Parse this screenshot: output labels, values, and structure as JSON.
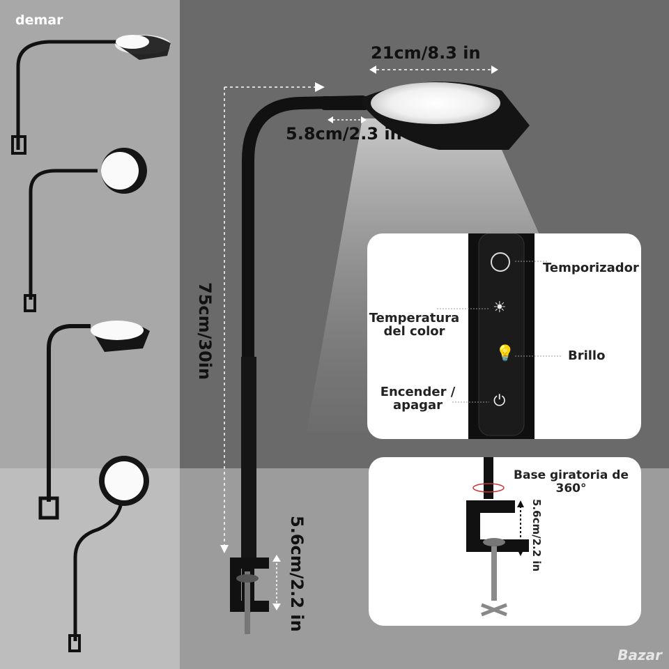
{
  "brand": "demar",
  "watermark": "Bazar",
  "dimensions": {
    "head_diameter": "21cm/8.3 in",
    "neck_width": "5.8cm/2.3 in",
    "height": "75cm/30in",
    "clamp_opening": "5.6cm/2.2 in"
  },
  "controls": {
    "timer": "Temporizador",
    "color_temp": "Temperatura del color",
    "brightness": "Brillo",
    "power": "Encender / apagar"
  },
  "clamp_panel": {
    "rotation": "Base giratoria de 360°",
    "opening": "5.6cm/2.2 in"
  },
  "icons": [
    "timer-icon",
    "sun-icon",
    "bulb-icon",
    "power-icon"
  ]
}
